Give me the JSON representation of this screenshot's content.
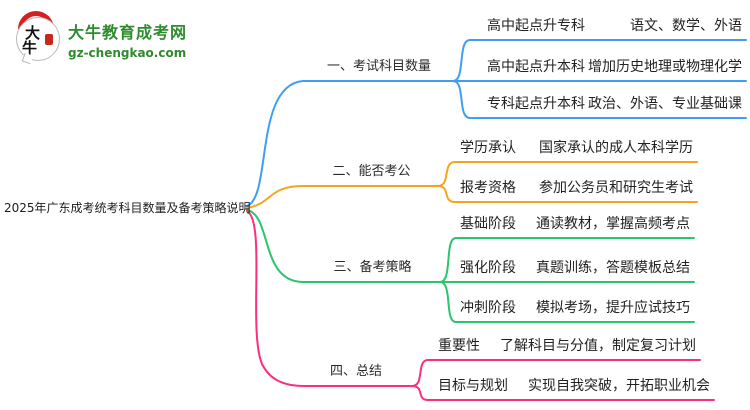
{
  "logo": {
    "icon_char_top": "大",
    "icon_char_bottom": "牛",
    "site_name": "大牛教育成考网",
    "site_url": "gz-chengkao.com",
    "brand_green": "#2e8b2e",
    "seal_red": "#c5281c"
  },
  "central_topic": "2025年广东成考统考科目数量及备考策略说明",
  "branches": [
    {
      "label": "一、考试科目数量",
      "color": "#3f9ef4",
      "children": [
        {
          "label": "高中起点升专科",
          "desc": "语文、数学、外语"
        },
        {
          "label": "高中起点升本科",
          "desc": "增加历史地理或物理化学"
        },
        {
          "label": "专科起点升本科",
          "desc": "政治、外语、专业基础课"
        }
      ]
    },
    {
      "label": "二、能否考公",
      "color": "#f7a41d",
      "children": [
        {
          "label": "学历承认",
          "desc": "国家承认的成人本科学历"
        },
        {
          "label": "报考资格",
          "desc": "参加公务员和研究生考试"
        }
      ]
    },
    {
      "label": "三、备考策略",
      "color": "#2cc56d",
      "children": [
        {
          "label": "基础阶段",
          "desc": "通读教材，掌握高频考点"
        },
        {
          "label": "强化阶段",
          "desc": "真题训练，答题模板总结"
        },
        {
          "label": "冲刺阶段",
          "desc": "模拟考场，提升应试技巧"
        }
      ]
    },
    {
      "label": "四、总结",
      "color": "#f8307f",
      "children": [
        {
          "label": "重要性",
          "desc": "了解科目与分值，制定复习计划"
        },
        {
          "label": "目标与规划",
          "desc": "实现自我突破，开拓职业机会"
        }
      ]
    }
  ]
}
